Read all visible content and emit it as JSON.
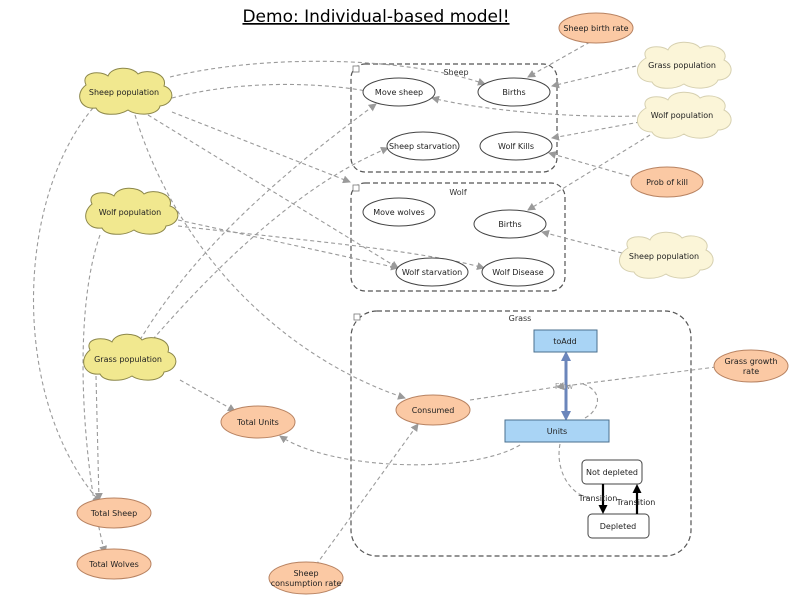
{
  "title": "Demo: Individual-based model!",
  "colors": {
    "cloud_yellow": "#f1e88f",
    "cloud_yellow_stroke": "#8c874a",
    "cloud_cream": "#fbf5d8",
    "cloud_cream_stroke": "#d6d0b0",
    "peach": "#fbc9a4",
    "peach_stroke": "#b88362",
    "box_blue": "#a9d4f5",
    "box_blue_stroke": "#4a6f8e",
    "flow_blue": "#6b86bb",
    "dashed": "#9a9a9a"
  },
  "groups": {
    "sheep": "Sheep",
    "wolf": "Wolf",
    "grass": "Grass"
  },
  "clouds": {
    "sheep_population": "Sheep population",
    "wolf_population": "Wolf population",
    "grass_population": "Grass population"
  },
  "ext_clouds": {
    "grass_population": "Grass population",
    "wolf_population": "Wolf population",
    "sheep_population": "Sheep population"
  },
  "actions": {
    "move_sheep": "Move sheep",
    "sheep_births": "Births",
    "sheep_starvation": "Sheep starvation",
    "wolf_kills": "Wolf Kills",
    "move_wolves": "Move wolves",
    "wolf_births": "Births",
    "wolf_starvation": "Wolf starvation",
    "wolf_disease": "Wolf Disease"
  },
  "variables": {
    "sheep_birth_rate": "Sheep birth rate",
    "prob_of_kill": "Prob of kill",
    "grass_growth_rate_1": "Grass growth",
    "grass_growth_rate_2": "rate",
    "consumed": "Consumed",
    "total_units": "Total Units",
    "total_sheep": "Total Sheep",
    "total_wolves": "Total Wolves",
    "sheep_consumption_1": "Sheep",
    "sheep_consumption_2": "consumption rate"
  },
  "grass": {
    "to_add": "toAdd",
    "units": "Units",
    "flow_label": "Flow",
    "not_depleted": "Not depleted",
    "depleted": "Depleted",
    "transition_1": "Transition",
    "transition_2": "Transition"
  }
}
